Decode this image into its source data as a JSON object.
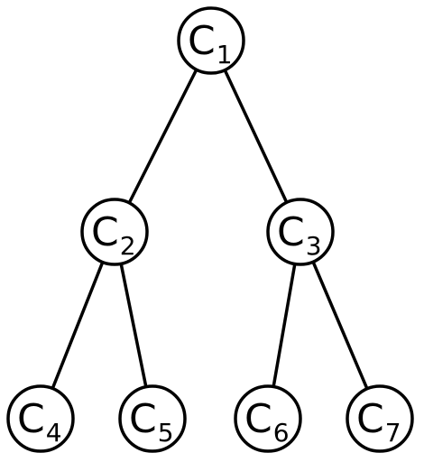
{
  "nodes": [
    {
      "id": "c1",
      "base": "C",
      "sub": "1"
    },
    {
      "id": "c2",
      "base": "C",
      "sub": "2"
    },
    {
      "id": "c3",
      "base": "C",
      "sub": "3"
    },
    {
      "id": "c4",
      "base": "C",
      "sub": "4"
    },
    {
      "id": "c5",
      "base": "C",
      "sub": "5"
    },
    {
      "id": "c6",
      "base": "C",
      "sub": "6"
    },
    {
      "id": "c7",
      "base": "C",
      "sub": "7"
    }
  ],
  "edges": [
    {
      "from": "c1",
      "to": "c2"
    },
    {
      "from": "c1",
      "to": "c3"
    },
    {
      "from": "c2",
      "to": "c4"
    },
    {
      "from": "c2",
      "to": "c5"
    },
    {
      "from": "c3",
      "to": "c6"
    },
    {
      "from": "c3",
      "to": "c7"
    }
  ],
  "colors": {
    "stroke": "#000000",
    "fill": "#ffffff"
  }
}
